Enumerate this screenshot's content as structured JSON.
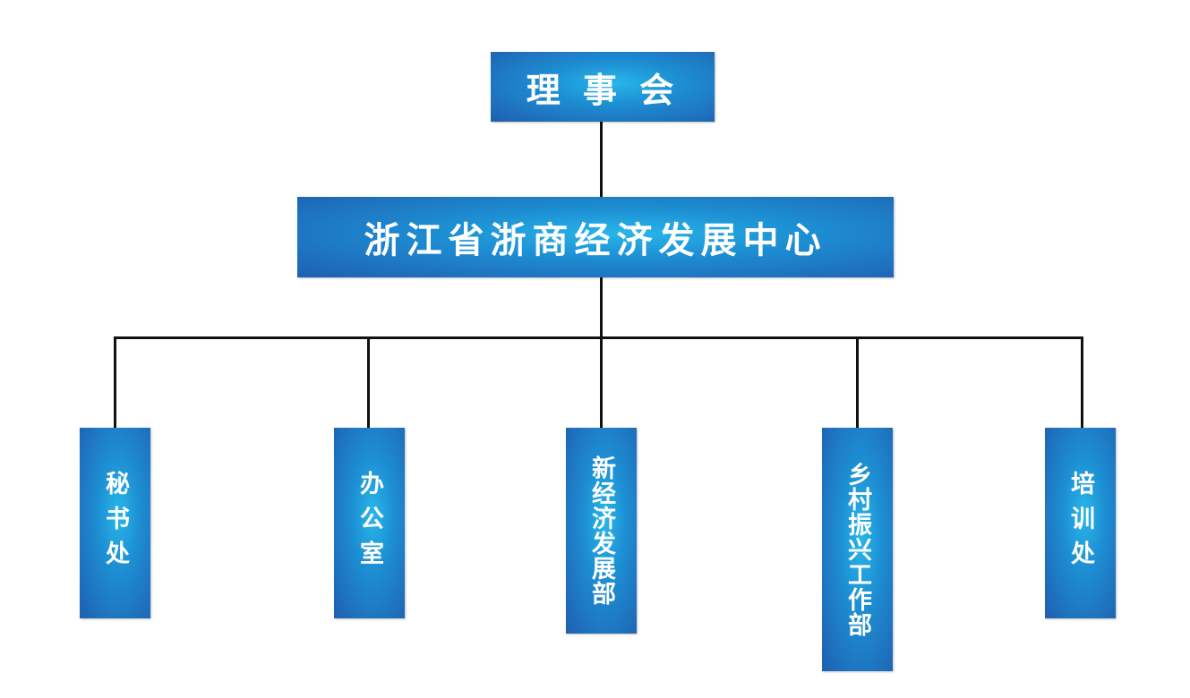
{
  "org_chart": {
    "root": {
      "label": "理 事 会"
    },
    "center": {
      "label": "浙江省浙商经济发展中心"
    },
    "departments": [
      {
        "label": "秘书处"
      },
      {
        "label": "办公室"
      },
      {
        "label": "新经济发展部"
      },
      {
        "label": "乡村振兴工作部"
      },
      {
        "label": "培训处"
      }
    ]
  },
  "colors": {
    "box_light": "#28b6ea",
    "box_mid": "#1d8fd3",
    "box_dark": "#1f5fb0",
    "connector": "#111111",
    "text": "#ffffff"
  }
}
